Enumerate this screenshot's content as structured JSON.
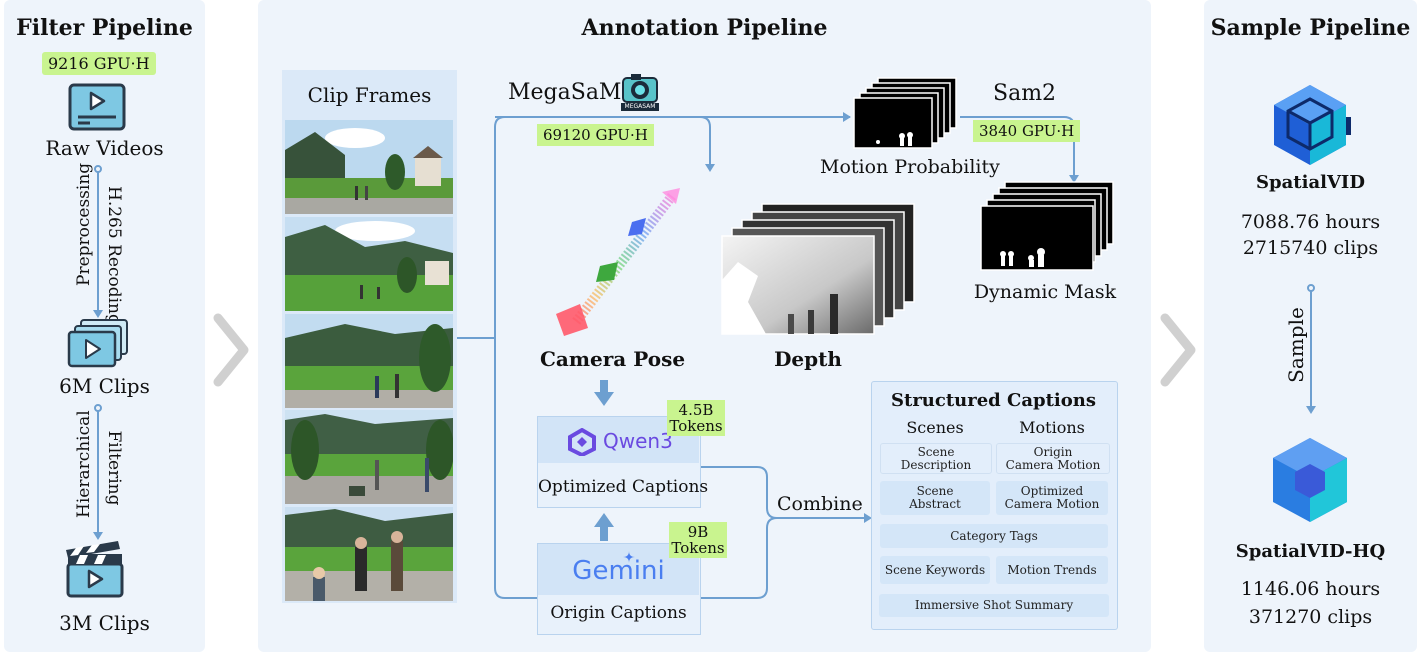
{
  "filter_pipeline": {
    "title": "Filter Pipeline",
    "gpu": "9216 GPU·H",
    "raw_videos": "Raw Videos",
    "step1_line1": "Preprocessing",
    "step1_line2": "H.265 Recoding",
    "clips_6m": "6M Clips",
    "step2_line1": "Hierarchical",
    "step2_line2": "Filtering",
    "clips_3m": "3M Clips"
  },
  "annotation_pipeline": {
    "title": "Annotation Pipeline",
    "clip_frames": "Clip Frames",
    "megasam": "MegaSaM",
    "megasam_logo_text": "MEGASAM",
    "megasam_gpu": "69120 GPU·H",
    "motion_probability": "Motion Probability",
    "sam2": "Sam2",
    "sam2_gpu": "3840 GPU·H",
    "dynamic_mask": "Dynamic Mask",
    "camera_pose": "Camera Pose",
    "depth": "Depth",
    "qwen_logo": "Qwen3",
    "qwen_tokens_line1": "4.5B",
    "qwen_tokens_line2": "Tokens",
    "optimized_captions": "Optimized Captions",
    "gemini_logo": "Gemini",
    "gemini_tokens_line1": "9B",
    "gemini_tokens_line2": "Tokens",
    "origin_captions": "Origin Captions",
    "combine": "Combine",
    "structured_captions": {
      "title": "Structured Captions",
      "scenes_header": "Scenes",
      "motions_header": "Motions",
      "scene_description_1": "Scene",
      "scene_description_2": "Description",
      "origin_camera_motion_1": "Origin",
      "origin_camera_motion_2": "Camera Motion",
      "scene_abstract_1": "Scene",
      "scene_abstract_2": "Abstract",
      "optimized_camera_motion_1": "Optimized",
      "optimized_camera_motion_2": "Camera Motion",
      "category_tags": "Category Tags",
      "scene_keywords": "Scene Keywords",
      "motion_trends": "Motion Trends",
      "immersive_shot_summary": "Immersive Shot Summary"
    }
  },
  "sample_pipeline": {
    "title": "Sample Pipeline",
    "spatialvid_name": "SpatialVID",
    "spatialvid_hours": "7088.76 hours",
    "spatialvid_clips": "2715740 clips",
    "sample_label": "Sample",
    "hq_name": "SpatialVID-HQ",
    "hq_hours": "1146.06 hours",
    "hq_clips": "371270 clips"
  },
  "colors": {
    "panel_bg": "#eef4fb",
    "gpu_highlight": "#c9f48f",
    "arrow_blue": "#6d9fd0",
    "box_blue": "#d4e6f8",
    "cube_blue": "#2a7de1",
    "cube_cyan": "#21c6d9",
    "chevron_gray": "#d0d0d0"
  }
}
